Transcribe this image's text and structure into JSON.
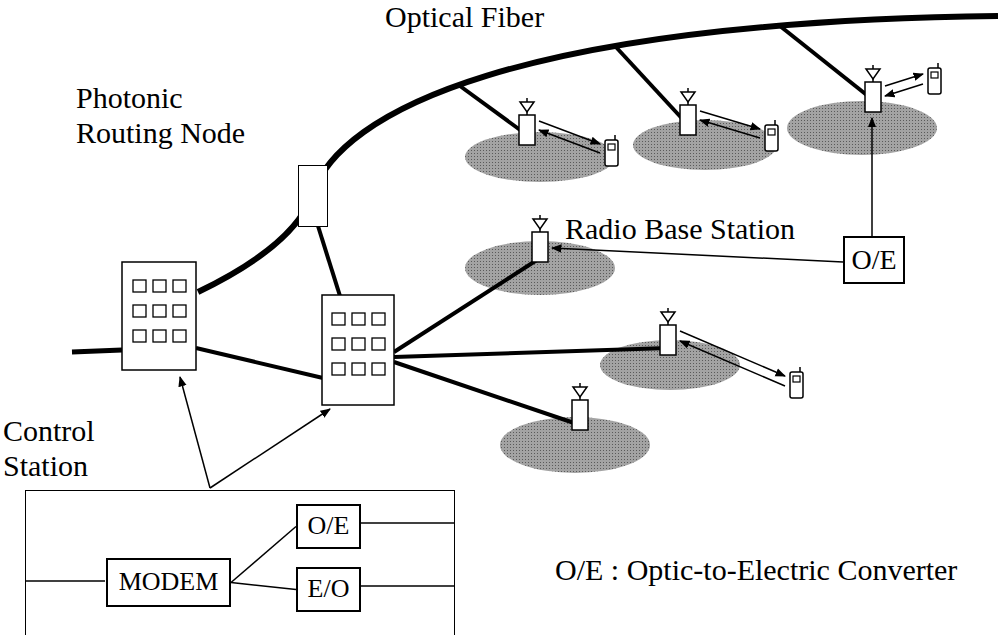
{
  "diagram": {
    "nodes": [
      {
        "text": [
          "Control Station"
        ]
      },
      {
        "text": [
          "MODEM"
        ],
        "in": 0
      },
      {
        "text": [
          "O/E"
        ],
        "in": 0
      },
      {
        "text": [
          "E/O"
        ],
        "in": 0
      },
      {
        "text": [
          "O/E"
        ]
      },
      {
        "text": [
          "Photonic Routing Node"
        ]
      }
    ],
    "edges": [
      {
        "from": 1,
        "to": 2,
        "arrow": "none"
      },
      {
        "from": 1,
        "to": 3,
        "arrow": "none"
      }
    ],
    "labels": [
      "Optical Fiber",
      "Radio Base Station",
      "O/E : Optic-to-Electric Converter"
    ]
  }
}
